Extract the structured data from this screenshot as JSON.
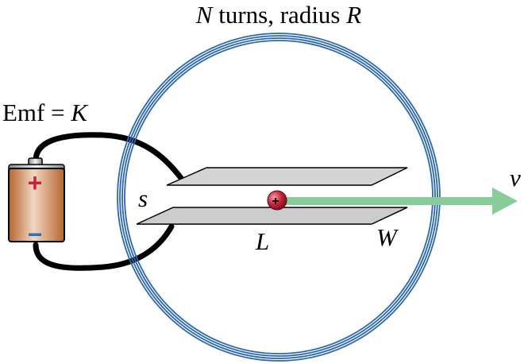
{
  "title": {
    "n_symbol": "N",
    "turns_text": " turns, radius ",
    "r_symbol": "R"
  },
  "emf": {
    "label_text": "Emf = ",
    "k_symbol": "K"
  },
  "battery": {
    "positive_symbol": "+",
    "negative_symbol": "−"
  },
  "labels": {
    "s": "s",
    "L": "L",
    "W": "W",
    "v": "v"
  },
  "charge": {
    "symbol": "+"
  },
  "colors": {
    "coil": "#2a67b5",
    "arrow": "#88cc99",
    "battery_body": "#c87a3e",
    "battery_highlight": "#f1d7c2",
    "positive_mark": "#cc1f3c",
    "negative_mark": "#2c6fbd",
    "charge_fill": "#c42236",
    "plate_fill": "#cfcfcf"
  }
}
